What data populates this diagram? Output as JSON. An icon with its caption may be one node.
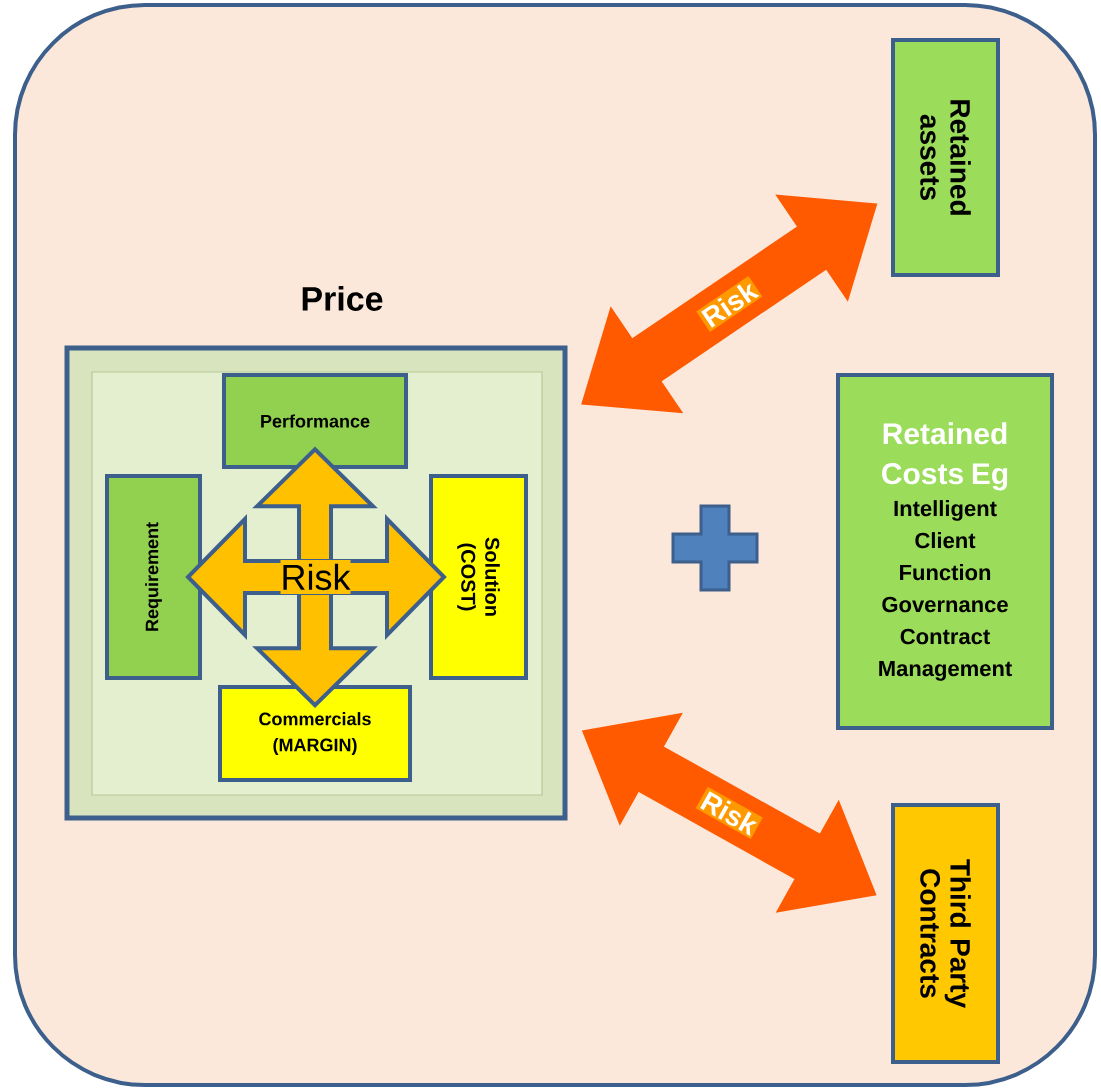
{
  "diagram": {
    "nodes": [
      {
        "text": [],
        "shape": "box"
      },
      {
        "text": [
          "Price"
        ],
        "in": 0
      },
      {
        "text": [
          "Performance"
        ],
        "in": 1
      },
      {
        "text": [
          "Requirement"
        ],
        "in": 1
      },
      {
        "text": [
          "Solution (COST)"
        ],
        "in": 1
      },
      {
        "text": [
          "Commercials (MARGIN)"
        ],
        "in": 1
      },
      {
        "text": [
          "Retained assets"
        ],
        "in": 0
      },
      {
        "text": [],
        "shape": "plus",
        "in": 0
      },
      {
        "text": [
          "Retained Costs Eg",
          "Intelligent Client Function Governance Contract Management"
        ],
        "in": 0
      },
      {
        "text": [
          "Third Party Contracts"
        ],
        "in": 0
      }
    ],
    "edges": [
      {
        "from": 1,
        "to": 6,
        "arrow": "both",
        "label": "Risk"
      },
      {
        "from": 1,
        "to": 9,
        "arrow": "both",
        "label": "Risk"
      },
      {
        "from": 2,
        "to": 5,
        "arrow": "both",
        "color": "#ffc000"
      },
      {
        "from": 3,
        "to": 4,
        "arrow": "both",
        "color": "#ffc000",
        "label": "Risk"
      }
    ]
  }
}
